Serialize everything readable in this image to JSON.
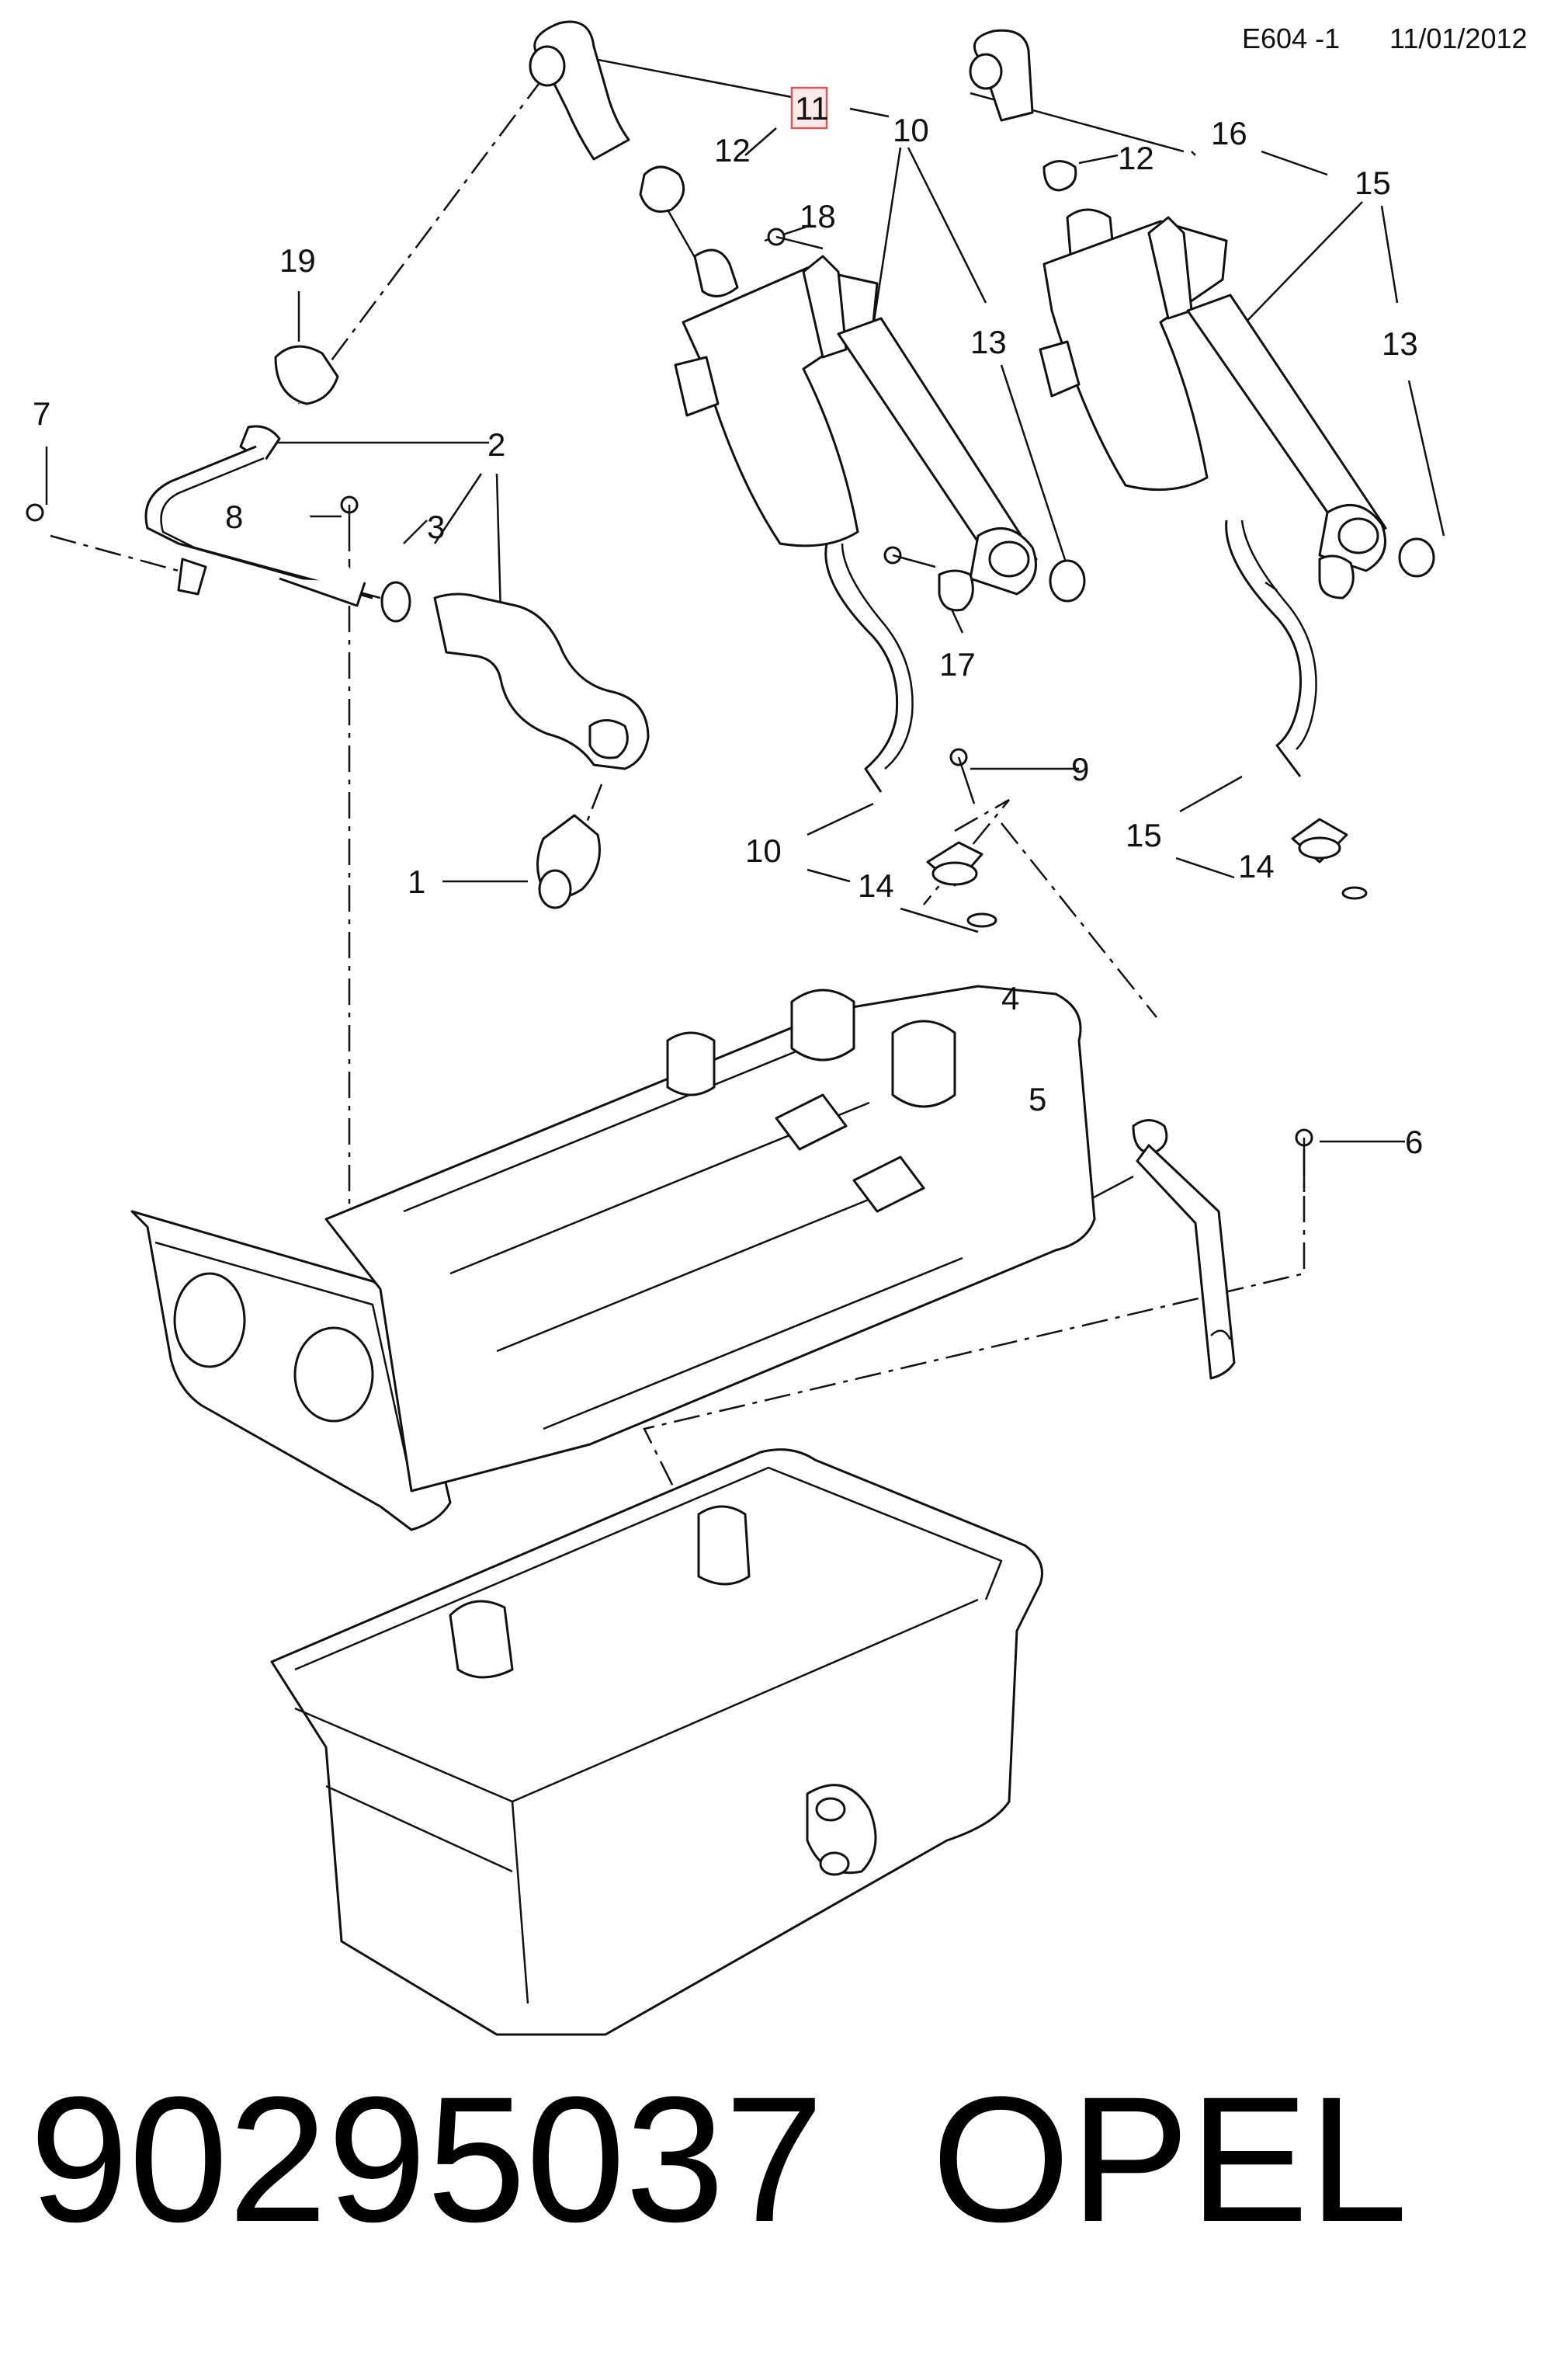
{
  "header": {
    "diagram_code": "E604 -1",
    "date": "11/01/2012"
  },
  "callouts": {
    "c1": "1",
    "c2": "2",
    "c3": "3",
    "c4": "4",
    "c5": "5",
    "c6": "6",
    "c7": "7",
    "c8": "8",
    "c9": "9",
    "c10a": "10",
    "c10b": "10",
    "c11": "11",
    "c12a": "12",
    "c12b": "12",
    "c13a": "13",
    "c13b": "13",
    "c14a": "14",
    "c14b": "14",
    "c15a": "15",
    "c15b": "15",
    "c16": "16",
    "c17": "17",
    "c18": "18",
    "c19": "19"
  },
  "highlighted_callout": "11",
  "footer": {
    "part_number": "90295037",
    "brand": "OPEL"
  },
  "colors": {
    "line": "#111111",
    "highlight_fill": "#fde9e9",
    "highlight_border": "#d45a5a"
  }
}
